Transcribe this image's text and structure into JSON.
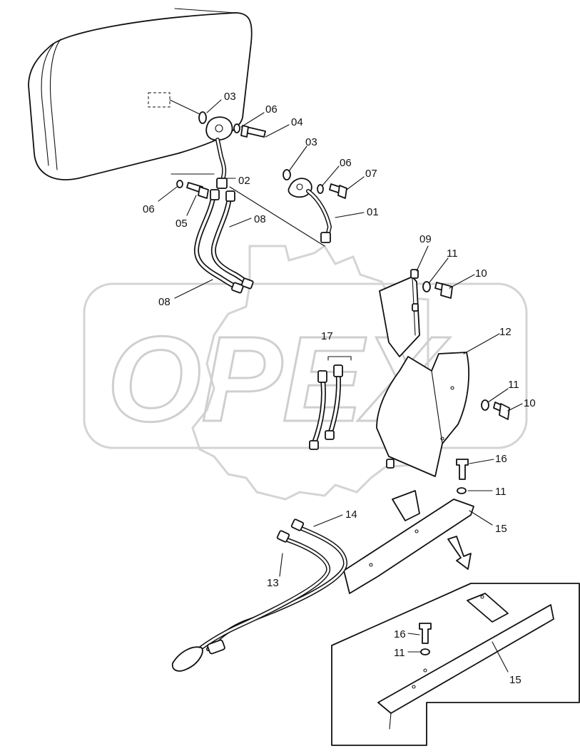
{
  "watermark": {
    "text": "OPEX"
  },
  "callouts": [
    {
      "id": "c-03a",
      "label": "03"
    },
    {
      "id": "c-06a",
      "label": "06"
    },
    {
      "id": "c-04",
      "label": "04"
    },
    {
      "id": "c-03b",
      "label": "03"
    },
    {
      "id": "c-06b",
      "label": "06"
    },
    {
      "id": "c-07",
      "label": "07"
    },
    {
      "id": "c-02",
      "label": "02"
    },
    {
      "id": "c-01",
      "label": "01"
    },
    {
      "id": "c-06c",
      "label": "06"
    },
    {
      "id": "c-05",
      "label": "05"
    },
    {
      "id": "c-08a",
      "label": "08"
    },
    {
      "id": "c-08b",
      "label": "08"
    },
    {
      "id": "c-09",
      "label": "09"
    },
    {
      "id": "c-11a",
      "label": "11"
    },
    {
      "id": "c-10a",
      "label": "10"
    },
    {
      "id": "c-12",
      "label": "12"
    },
    {
      "id": "c-17",
      "label": "17"
    },
    {
      "id": "c-11b",
      "label": "11"
    },
    {
      "id": "c-10b",
      "label": "10"
    },
    {
      "id": "c-16a",
      "label": "16"
    },
    {
      "id": "c-11c",
      "label": "11"
    },
    {
      "id": "c-14",
      "label": "14"
    },
    {
      "id": "c-15a",
      "label": "15"
    },
    {
      "id": "c-13",
      "label": "13"
    },
    {
      "id": "c-16b",
      "label": "16"
    },
    {
      "id": "c-11d",
      "label": "11"
    },
    {
      "id": "c-15b",
      "label": "15"
    }
  ]
}
